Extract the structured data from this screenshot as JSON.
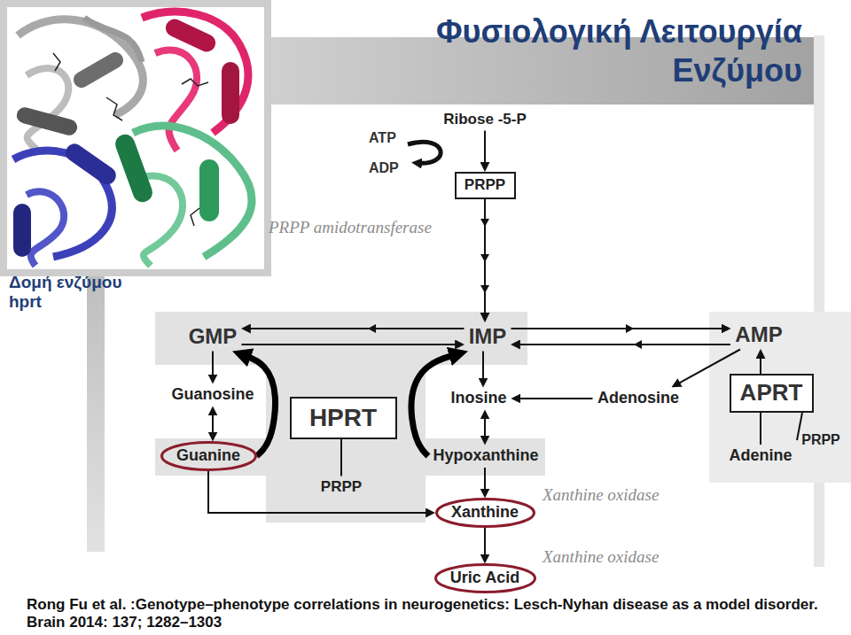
{
  "diagram": {
    "title": "Φυσιολογική Λειτουργία Ενζύμου",
    "caption": "Rong Fu et al. :Genotype–phenotype correlations in neurogenetics: Lesch-Nyhan disease as a model disorder. Brain 2014: 137; 1282–1303",
    "nodes": [
      {
        "text": [
          "Ribose -5-P"
        ]
      },
      {
        "text": [
          "PRPP"
        ]
      },
      {
        "text": [
          "GMP"
        ]
      },
      {
        "text": [
          "IMP"
        ]
      },
      {
        "text": [
          "AMP"
        ]
      },
      {
        "text": [
          "Guanosine"
        ]
      },
      {
        "text": [
          "HPRT"
        ]
      },
      {
        "text": [
          "Inosine"
        ]
      },
      {
        "text": [
          "Adenosine"
        ]
      },
      {
        "text": [
          "APRT"
        ]
      },
      {
        "text": [
          "Guanine"
        ]
      },
      {
        "text": [
          "Hypoxanthine"
        ]
      },
      {
        "text": [
          "PRPP"
        ]
      },
      {
        "text": [
          "Adenine"
        ]
      },
      {
        "text": [
          "PRPP"
        ]
      },
      {
        "text": [
          "Xanthine"
        ]
      },
      {
        "text": [
          "Uric Acid"
        ]
      }
    ],
    "edges": [
      {
        "from": 0,
        "to": 1,
        "arrow": "to"
      },
      {
        "from": 1,
        "to": 3,
        "arrow": "to"
      },
      {
        "from": 3,
        "to": 2,
        "arrow": "to"
      },
      {
        "from": 2,
        "to": 3,
        "arrow": "to"
      },
      {
        "from": 3,
        "to": 4,
        "arrow": "to"
      },
      {
        "from": 4,
        "to": 3,
        "arrow": "to"
      },
      {
        "from": 2,
        "to": 5,
        "arrow": "to"
      },
      {
        "from": 5,
        "to": 10,
        "arrow": "both"
      },
      {
        "from": 3,
        "to": 7,
        "arrow": "to"
      },
      {
        "from": 7,
        "to": 11,
        "arrow": "both"
      },
      {
        "from": 8,
        "to": 7,
        "arrow": "to"
      },
      {
        "from": 4,
        "to": 8,
        "arrow": "to"
      },
      {
        "from": 9,
        "to": 4,
        "arrow": "to"
      },
      {
        "from": 13,
        "to": 9,
        "arrow": "none"
      },
      {
        "from": 14,
        "to": 9,
        "arrow": "none"
      },
      {
        "from": 10,
        "to": 2,
        "arrow": "to"
      },
      {
        "from": 11,
        "to": 3,
        "arrow": "to"
      },
      {
        "from": 12,
        "to": 6,
        "arrow": "none"
      },
      {
        "from": 11,
        "to": 15,
        "arrow": "to"
      },
      {
        "from": 10,
        "to": 15,
        "arrow": "to"
      },
      {
        "from": 15,
        "to": 16,
        "arrow": "to"
      }
    ],
    "labels": [
      "ATP",
      "ADP",
      "PRPP amidotransferase",
      "Δομή ενζύμου hprt",
      "Xanthine oxidase",
      "Xanthine oxidase"
    ]
  }
}
